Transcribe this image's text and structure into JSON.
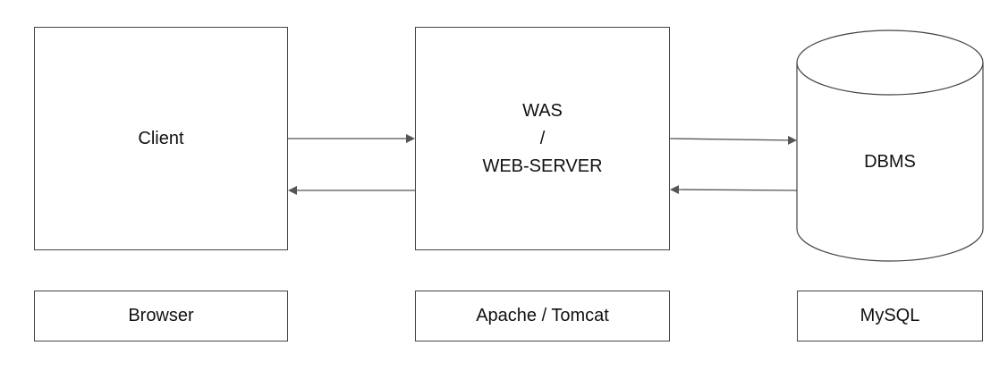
{
  "nodes": {
    "client": "Client",
    "was_line1": "WAS",
    "was_line2": "/",
    "was_line3": "WEB-SERVER",
    "dbms": "DBMS"
  },
  "labels": {
    "browser": "Browser",
    "apache_tomcat": "Apache / Tomcat",
    "mysql": "MySQL"
  }
}
